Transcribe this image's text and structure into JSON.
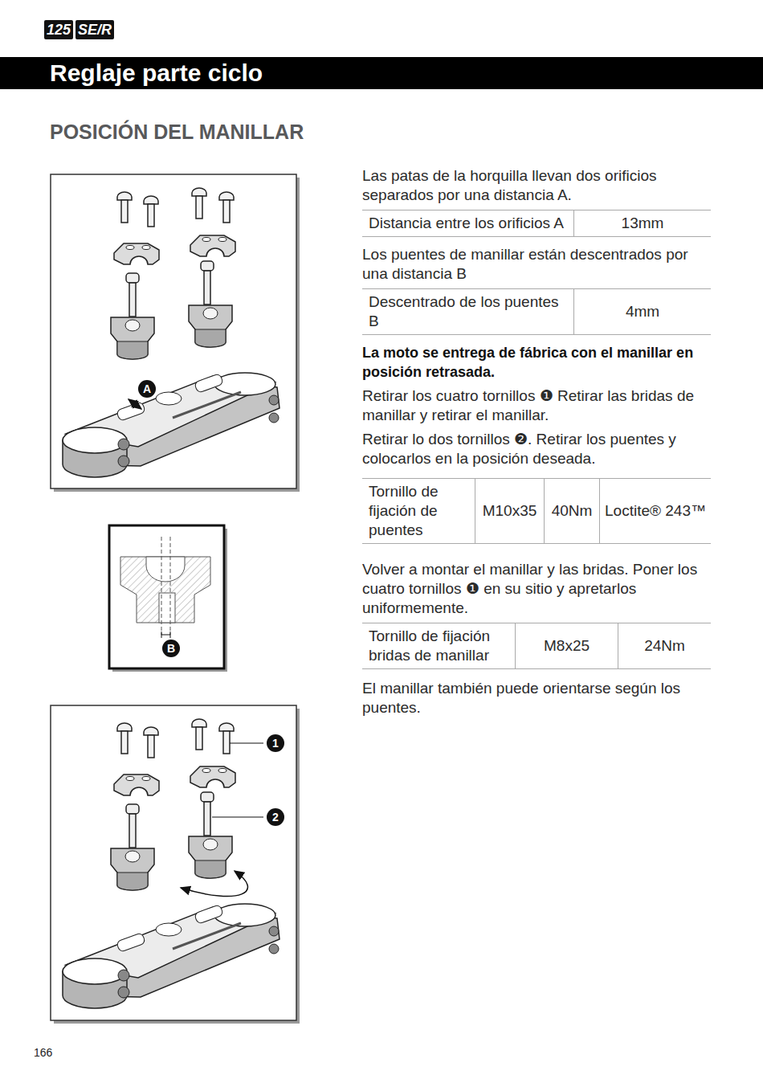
{
  "diagram": {
    "title": "Reglaje parte ciclo",
    "labels": [
      "125",
      "SE/R",
      "POSICIÓN DEL MANILLAR",
      "Las patas de la horquilla llevan dos orificios separados por una distancia A.",
      "Distancia entre los orificios A",
      "13mm",
      "Los puentes de manillar están descentrados por una distancia B",
      "Descentrado de los puentes B",
      "4mm",
      "La moto se entrega de fábrica con el manillar en posición retrasada.",
      "Retirar los cuatro tornillos ❶ Retirar las bridas de manillar y retirar el manillar.",
      "Retirar lo dos tornillos ❷. Retirar los puentes y colocarlos en la posición deseada.",
      "Tornillo de fijación de puentes",
      "M10x35",
      "40Nm",
      "Loctite® 243™",
      "Volver a montar el manillar y las bridas. Poner los cuatro tornillos ❶ en su sitio y apretarlos uniformemente.",
      "Tornillo de fijación bridas de manillar",
      "M8x25",
      "24Nm",
      "El manillar también puede orientarse según los puentes.",
      "A",
      "B",
      "1",
      "2",
      "166"
    ]
  }
}
